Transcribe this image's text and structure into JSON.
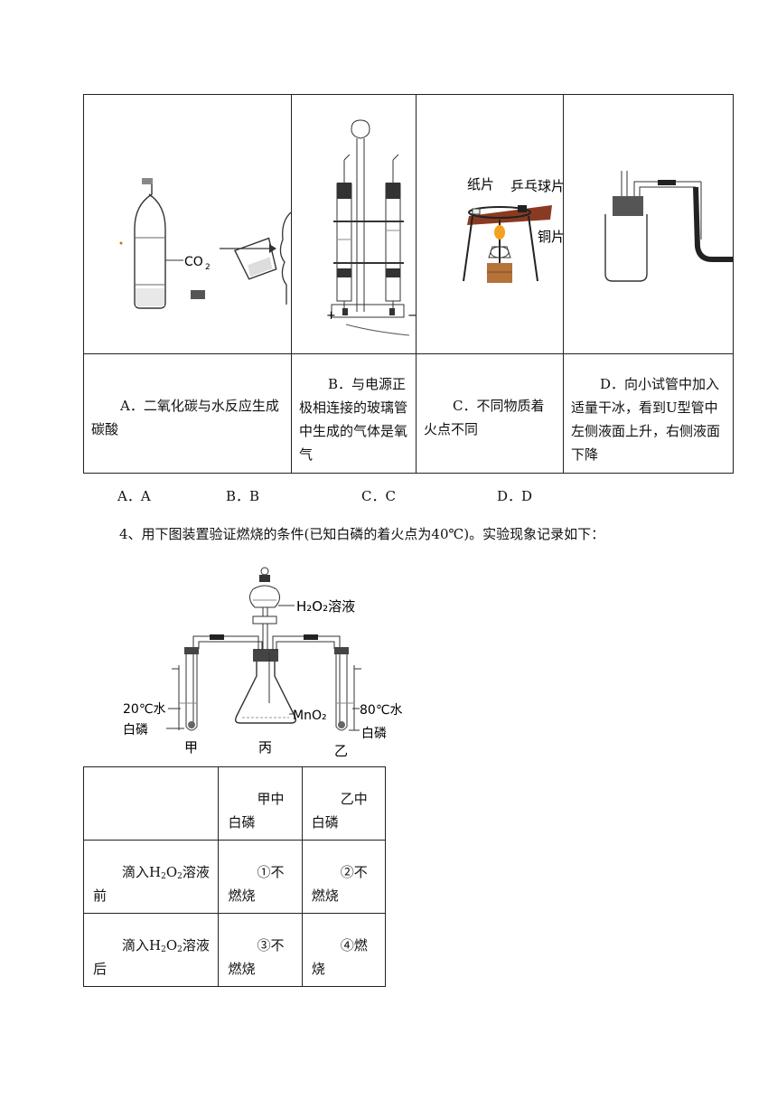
{
  "table1": {
    "options": [
      {
        "text": "A．二氧化碳与水反应生成碳酸"
      },
      {
        "text": "B．与电源正极相连接的玻璃管中生成的气体是氧气"
      },
      {
        "text": "C．不同物质着火点不同"
      },
      {
        "text": "D．向小试管中加入适量干冰，看到U型管中左侧液面上升，右侧液面下降"
      }
    ],
    "fig_a": {
      "co2_label": "CO",
      "co2_sub": "2"
    },
    "fig_b": {
      "plus": "+",
      "minus": "−"
    },
    "fig_c": {
      "paper": "纸片",
      "pingpong": "乒乓球片",
      "copper": "铜片"
    }
  },
  "choices": [
    "A．A",
    "B．B",
    "C．C",
    "D．D"
  ],
  "question4": {
    "text": "4、用下图装置验证燃烧的条件(已知白磷的着火点为40℃)。实验现象记录如下："
  },
  "apparatus": {
    "h2o2": "H₂O₂溶液",
    "mno2": "MnO₂",
    "left_water": "20℃水",
    "right_water": "80℃水",
    "left_p": "白磷",
    "right_p": "白磷",
    "jia": "甲",
    "bing": "丙",
    "yi": "乙"
  },
  "table2": {
    "header": [
      "",
      "甲中白磷",
      "乙中白磷"
    ],
    "rows": [
      {
        "pre": "滴入H",
        "sub1": "2",
        "mid": "O",
        "sub2": "2",
        "post": "溶液前",
        "c1": "①不燃烧",
        "c2": "②不燃烧"
      },
      {
        "pre": "滴入H",
        "sub1": "2",
        "mid": "O",
        "sub2": "2",
        "post": "溶液后",
        "c1": "③不燃烧",
        "c2": "④燃烧"
      }
    ]
  }
}
